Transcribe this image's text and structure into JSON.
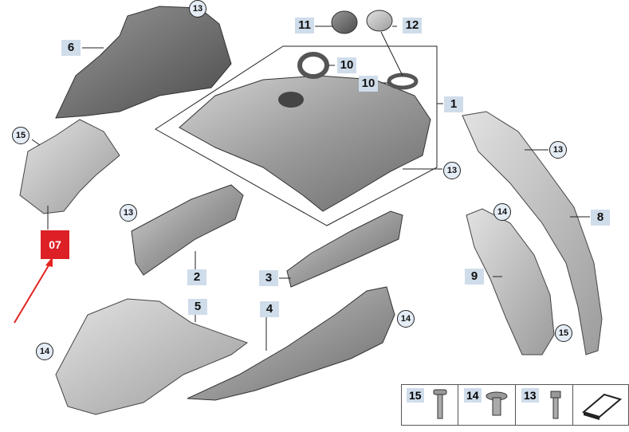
{
  "parts": {
    "p1": "1",
    "p2": "2",
    "p3": "3",
    "p4": "4",
    "p5": "5",
    "p6": "6",
    "p8": "8",
    "p9": "9",
    "p10a": "10",
    "p10b": "10",
    "p11": "11",
    "p12": "12"
  },
  "callouts": {
    "c13_top": "13",
    "c13_mid": "13",
    "c13_right": "13",
    "c13_left": "13",
    "c14_right": "14",
    "c14_lower": "14",
    "c14_left": "14",
    "c15_left": "15",
    "c15_right": "15"
  },
  "marker": "07",
  "legend": {
    "items": [
      "15",
      "14",
      "13"
    ]
  },
  "colors": {
    "marker": "#dd1f26",
    "label_bg": "#cfdcea",
    "arrow": "#e52421"
  }
}
